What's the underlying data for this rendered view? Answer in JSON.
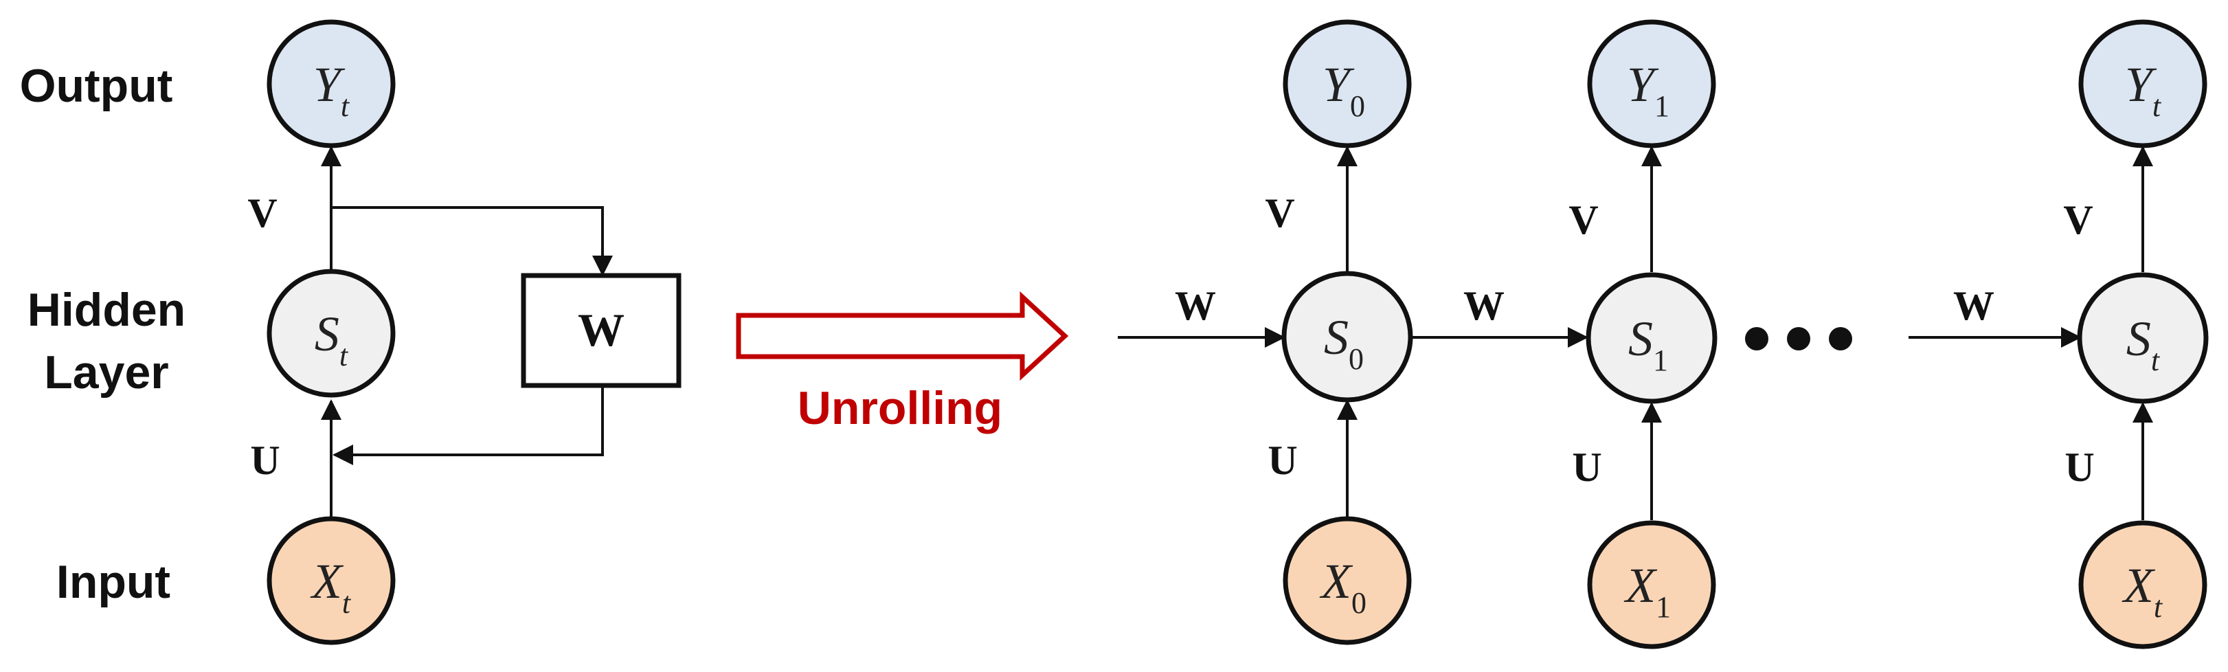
{
  "row_labels": {
    "output": "Output",
    "hidden_line1": "Hidden",
    "hidden_line2": "Layer",
    "input": "Input"
  },
  "weights": {
    "v": "V",
    "u": "U",
    "w": "W"
  },
  "unrolling_label": "Unrolling",
  "ellipsis": "•••",
  "colors": {
    "output_fill": "#dce6f2",
    "hidden_fill": "#f0f0f0",
    "input_fill": "#fad5b5",
    "stroke": "#111111",
    "arrow_red": "#c00000"
  },
  "folded": {
    "output": {
      "var": "Y",
      "sub": "t"
    },
    "hidden": {
      "var": "S",
      "sub": "t"
    },
    "input": {
      "var": "X",
      "sub": "t"
    }
  },
  "steps": [
    {
      "output": {
        "var": "Y",
        "sub": "0"
      },
      "hidden": {
        "var": "S",
        "sub": "0"
      },
      "input": {
        "var": "X",
        "sub": "0"
      }
    },
    {
      "output": {
        "var": "Y",
        "sub": "1"
      },
      "hidden": {
        "var": "S",
        "sub": "1"
      },
      "input": {
        "var": "X",
        "sub": "1"
      }
    },
    {
      "output": {
        "var": "Y",
        "sub": "t"
      },
      "hidden": {
        "var": "S",
        "sub": "t"
      },
      "input": {
        "var": "X",
        "sub": "t"
      }
    }
  ]
}
